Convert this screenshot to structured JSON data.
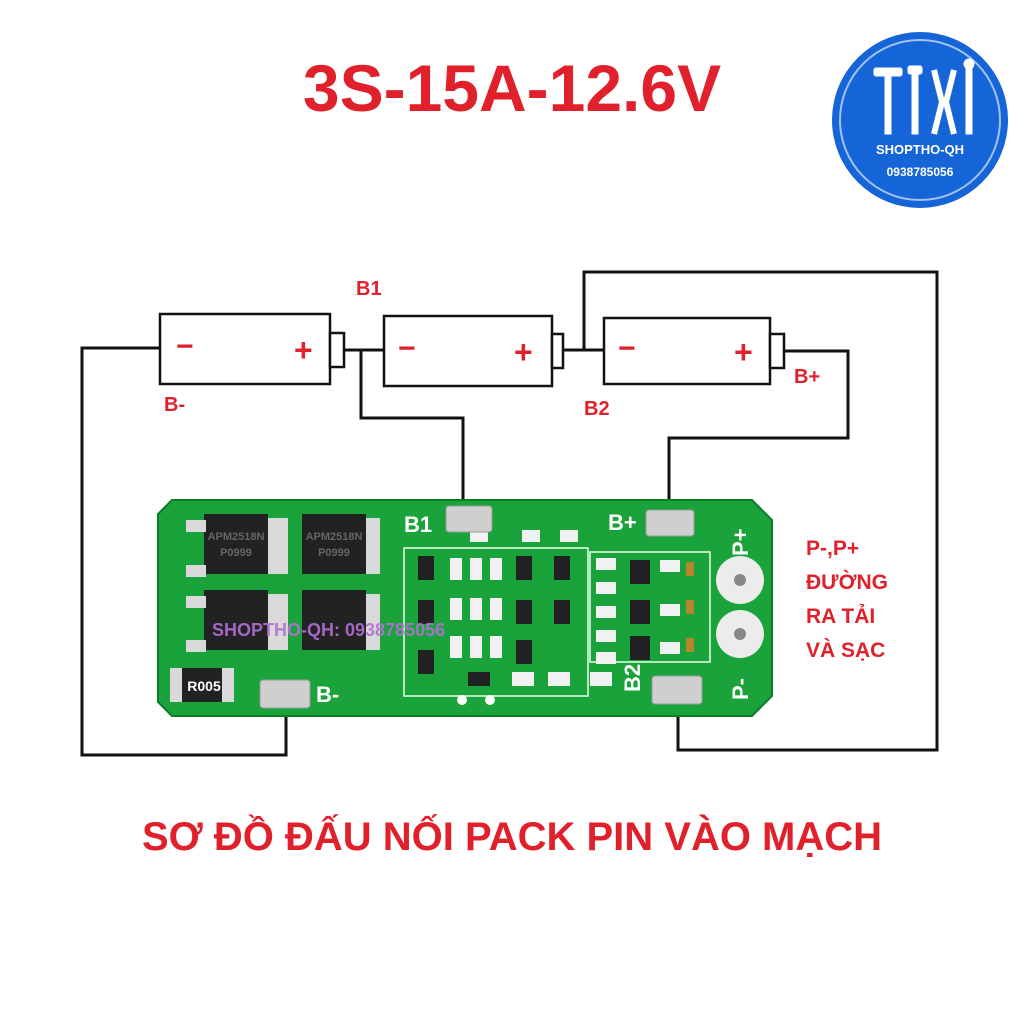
{
  "title": "3S-15A-12.6V",
  "caption": "SƠ ĐỒ ĐẤU NỐI PACK PIN VÀO MẠCH",
  "logo": {
    "name": "SHOPTHO-QH",
    "phone": "0938785056",
    "icon": "tools-icon",
    "color": "#1565d8"
  },
  "batteries": [
    {
      "neg": "−",
      "pos": "+"
    },
    {
      "neg": "−",
      "pos": "+"
    },
    {
      "neg": "−",
      "pos": "+"
    }
  ],
  "wire_labels": {
    "b1": "B1",
    "b2": "B2",
    "b_minus": "B-",
    "b_plus": "B+"
  },
  "board": {
    "pads": {
      "b1": "B1",
      "b_plus": "B+",
      "p_plus": "P+",
      "p_minus": "P-",
      "b2": "B2",
      "b_minus": "B-"
    },
    "shunt": "R005",
    "mosfet_mark": "APM2518N",
    "mosfet_code": "P0999",
    "watermark": "SHOPTHO-QH: 0938785056",
    "color": "#1aa33a"
  },
  "load_note": [
    "P-,P+",
    "ĐƯỜNG",
    "RA TẢI",
    "VÀ SẠC"
  ],
  "colors": {
    "accent": "#e0212b",
    "wire": "#111111"
  }
}
